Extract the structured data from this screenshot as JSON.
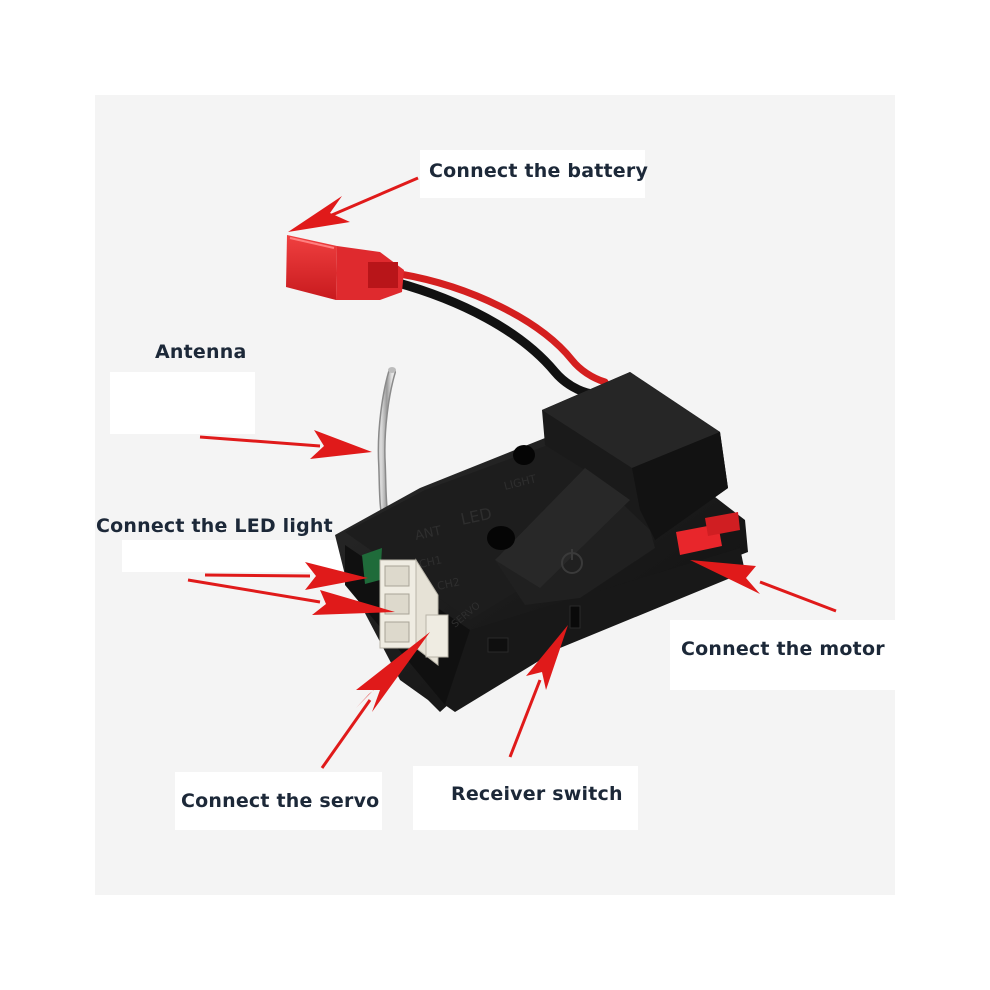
{
  "labels": {
    "battery": "Connect the battery",
    "antenna": "Antenna",
    "led": "Connect the LED light",
    "motor": "Connect the motor",
    "servo": "Connect the servo",
    "switch": "Receiver switch"
  },
  "board_markings": {
    "ant": "ANT",
    "led": "LED",
    "light": "LIGHT",
    "ch1": "CH1",
    "ch2": "CH2",
    "servo": "SERVO"
  },
  "colors": {
    "arrow": "#e01a1a",
    "label_text": "#1c2838",
    "housing": "#141414",
    "connector": "#e8262b",
    "background": "#f4f4f4"
  }
}
